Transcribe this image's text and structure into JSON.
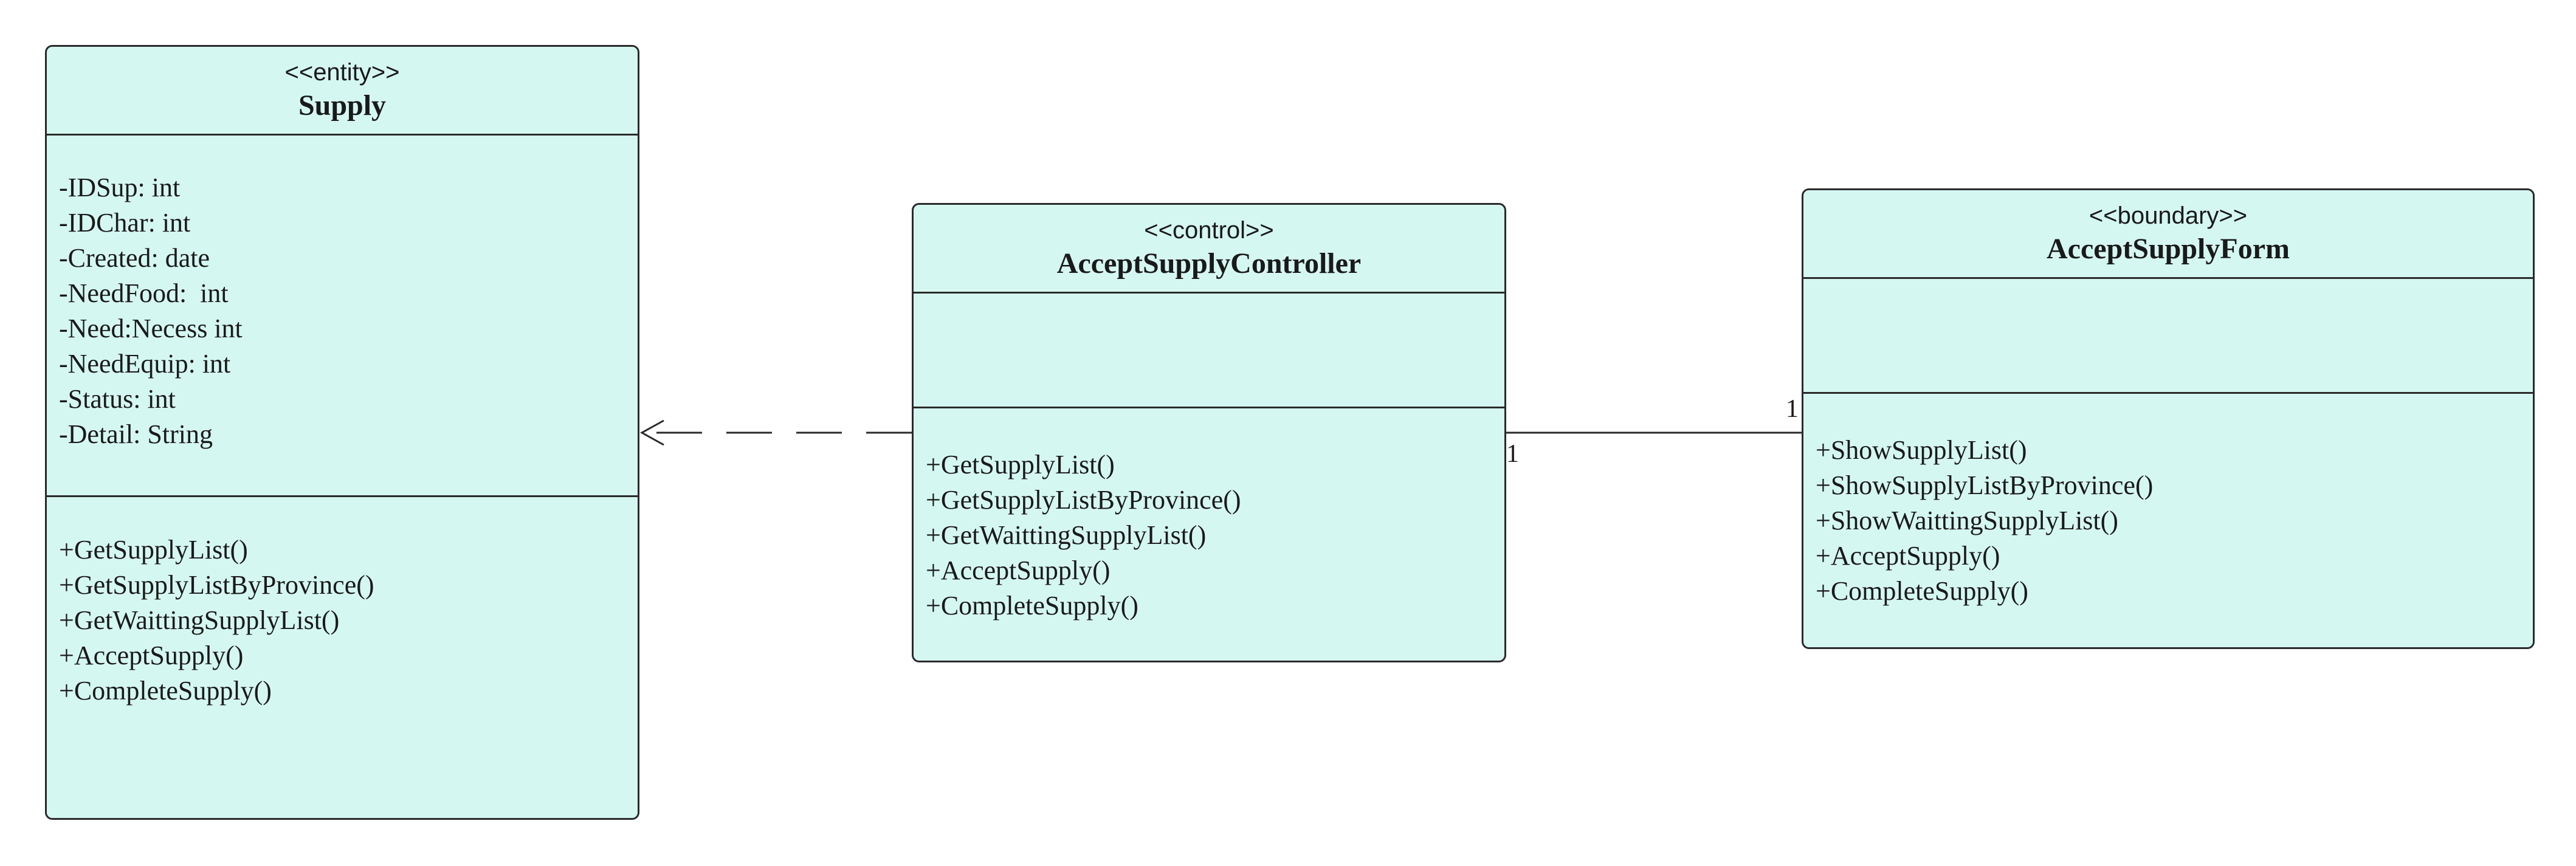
{
  "classes": {
    "supply": {
      "stereotype": "<<entity>>",
      "name": "Supply",
      "attributes": [
        "-IDSup: int",
        "-IDChar: int",
        "-Created: date",
        "-NeedFood:  int",
        "-Need:Necess int",
        "-NeedEquip: int",
        "-Status: int",
        "-Detail: String"
      ],
      "operations": [
        "+GetSupplyList()",
        "+GetSupplyListByProvince()",
        "+GetWaittingSupplyList()",
        "+AcceptSupply()",
        "+CompleteSupply()"
      ]
    },
    "controller": {
      "stereotype": "<<control>>",
      "name": "AcceptSupplyController",
      "attributes": [],
      "operations": [
        "+GetSupplyList()",
        "+GetSupplyListByProvince()",
        "+GetWaittingSupplyList()",
        "+AcceptSupply()",
        "+CompleteSupply()"
      ]
    },
    "form": {
      "stereotype": "<<boundary>>",
      "name": "AcceptSupplyForm",
      "attributes": [],
      "operations": [
        "+ShowSupplyList()",
        "+ShowSupplyListByProvince()",
        "+ShowWaittingSupplyList()",
        "+AcceptSupply()",
        "+CompleteSupply()"
      ]
    }
  },
  "relations": {
    "dependency": {
      "from": "AcceptSupplyController",
      "to": "Supply",
      "style": "dashed",
      "arrow": "open"
    },
    "association": {
      "from": "AcceptSupplyController",
      "to": "AcceptSupplyForm",
      "style": "solid",
      "from_multiplicity": "1",
      "to_multiplicity": "1"
    }
  },
  "colors": {
    "class_fill": "#d5f7f1",
    "line": "#2a2a2a",
    "background": "#ffffff"
  }
}
